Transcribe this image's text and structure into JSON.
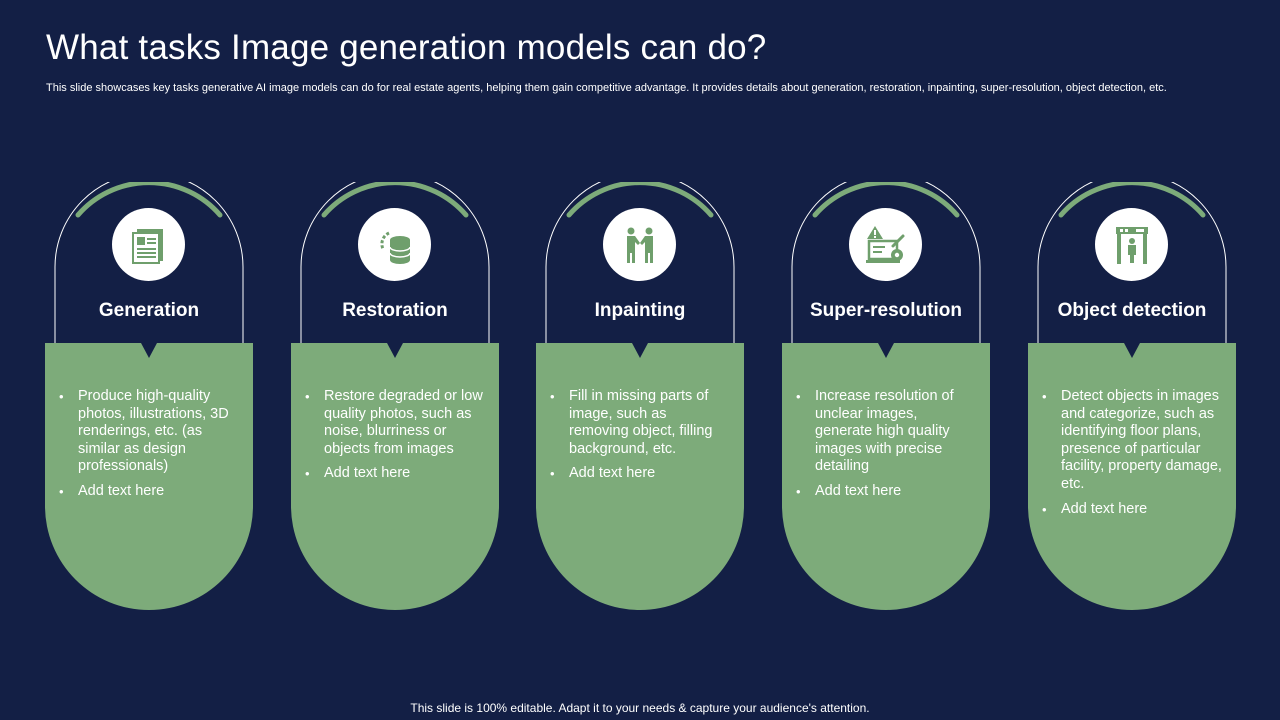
{
  "slide": {
    "title": "What tasks Image generation models can do?",
    "subtitle": "This slide showcases key tasks generative AI image models can do for real estate agents, helping them gain competitive advantage. It provides details about generation, restoration, inpainting, super-resolution, object detection, etc.",
    "footer": "This slide is 100% editable. Adapt it to your needs & capture your audience's attention."
  },
  "colors": {
    "background": "#131f45",
    "card_green": "#7dab7a",
    "arc_green": "#7dab7a",
    "icon_green": "#6f9f6c",
    "text": "#ffffff"
  },
  "cards": [
    {
      "title": "Generation",
      "icon": "newspaper-icon",
      "bullets": [
        "Produce high-quality photos, illustrations, 3D renderings, etc. (as similar as design professionals)",
        "Add text here"
      ]
    },
    {
      "title": "Restoration",
      "icon": "database-restore-icon",
      "bullets": [
        "Restore degraded or low quality photos, such as noise, blurriness or objects from images",
        "Add text here"
      ]
    },
    {
      "title": "Inpainting",
      "icon": "handshake-icon",
      "bullets": [
        "Fill in missing parts of image, such as removing object, filling background, etc.",
        "Add text here"
      ]
    },
    {
      "title": "Super-resolution",
      "icon": "monitor-warning-gear-icon",
      "bullets": [
        "Increase resolution of unclear images, generate high quality images with precise detailing",
        "Add text here"
      ]
    },
    {
      "title": "Object detection",
      "icon": "security-scanner-icon",
      "bullets": [
        "Detect objects in images and categorize, such as identifying floor plans, presence of particular facility, property damage, etc.",
        "Add text here"
      ]
    }
  ]
}
